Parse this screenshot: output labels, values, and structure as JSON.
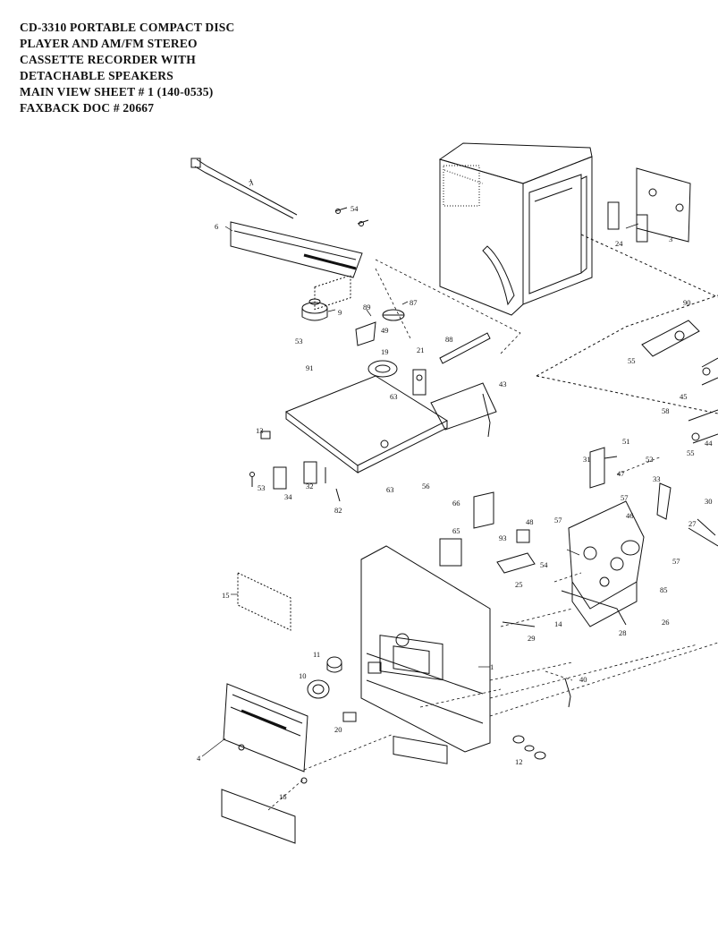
{
  "title_lines": [
    "CD-3310 PORTABLE COMPACT DISC",
    "PLAYER AND AM/FM STEREO",
    "CASSETTE RECORDER WITH",
    "DETACHABLE SPEAKERS",
    "MAIN VIEW SHEET # 1  (140-0535)",
    "FAXBACK DOC # 20667"
  ],
  "callouts": [
    {
      "id": "c7",
      "text": "7"
    },
    {
      "id": "c54a",
      "text": "54"
    },
    {
      "id": "c6",
      "text": "6"
    },
    {
      "id": "c24",
      "text": "24"
    },
    {
      "id": "c3",
      "text": "3"
    },
    {
      "id": "c9",
      "text": "9"
    },
    {
      "id": "c89",
      "text": "89"
    },
    {
      "id": "c87",
      "text": "87"
    },
    {
      "id": "c53a",
      "text": "53"
    },
    {
      "id": "c49",
      "text": "49"
    },
    {
      "id": "c88",
      "text": "88"
    },
    {
      "id": "c21",
      "text": "21"
    },
    {
      "id": "c19",
      "text": "19"
    },
    {
      "id": "c90",
      "text": "90"
    },
    {
      "id": "c55a",
      "text": "55"
    },
    {
      "id": "c91",
      "text": "91"
    },
    {
      "id": "c43",
      "text": "43"
    },
    {
      "id": "c63a",
      "text": "63"
    },
    {
      "id": "c45",
      "text": "45"
    },
    {
      "id": "c58",
      "text": "58"
    },
    {
      "id": "c13",
      "text": "13"
    },
    {
      "id": "c44",
      "text": "44"
    },
    {
      "id": "c55b",
      "text": "55"
    },
    {
      "id": "c51",
      "text": "51"
    },
    {
      "id": "c31",
      "text": "31"
    },
    {
      "id": "c47",
      "text": "47"
    },
    {
      "id": "c52",
      "text": "52"
    },
    {
      "id": "c53b",
      "text": "53"
    },
    {
      "id": "c34",
      "text": "34"
    },
    {
      "id": "c32",
      "text": "32"
    },
    {
      "id": "c63b",
      "text": "63"
    },
    {
      "id": "c56",
      "text": "56"
    },
    {
      "id": "c82",
      "text": "82"
    },
    {
      "id": "c33",
      "text": "33"
    },
    {
      "id": "c30",
      "text": "30"
    },
    {
      "id": "c66",
      "text": "66"
    },
    {
      "id": "c57a",
      "text": "57"
    },
    {
      "id": "c46",
      "text": "46"
    },
    {
      "id": "c48",
      "text": "48"
    },
    {
      "id": "c57b",
      "text": "57"
    },
    {
      "id": "c65",
      "text": "65"
    },
    {
      "id": "c93",
      "text": "93"
    },
    {
      "id": "c27",
      "text": "27"
    },
    {
      "id": "c57c",
      "text": "57"
    },
    {
      "id": "c54b",
      "text": "54"
    },
    {
      "id": "c15",
      "text": "15"
    },
    {
      "id": "c25",
      "text": "25"
    },
    {
      "id": "c85",
      "text": "85"
    },
    {
      "id": "c29",
      "text": "29"
    },
    {
      "id": "c14",
      "text": "14"
    },
    {
      "id": "c28",
      "text": "28"
    },
    {
      "id": "c26",
      "text": "26"
    },
    {
      "id": "c1",
      "text": "1"
    },
    {
      "id": "c11",
      "text": "11"
    },
    {
      "id": "c10",
      "text": "10"
    },
    {
      "id": "c40",
      "text": "40"
    },
    {
      "id": "c20",
      "text": "20"
    },
    {
      "id": "c4",
      "text": "4"
    },
    {
      "id": "c12",
      "text": "12"
    },
    {
      "id": "c16",
      "text": "16"
    }
  ]
}
